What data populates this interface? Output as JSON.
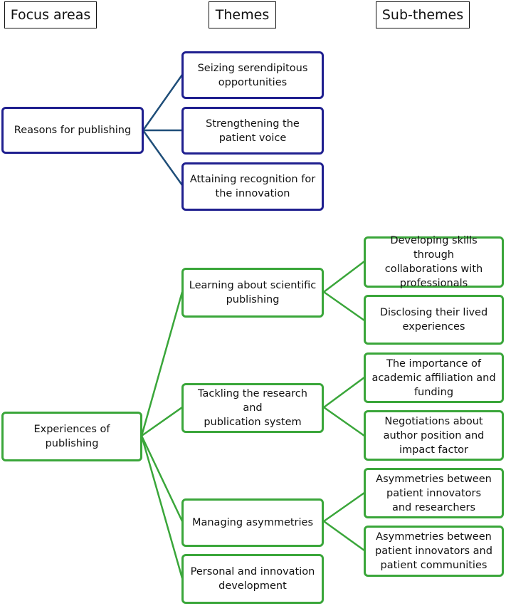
{
  "headers": {
    "focus": "Focus areas",
    "themes": "Themes",
    "subthemes": "Sub-themes"
  },
  "focus_areas": [
    "Reasons for publishing",
    "Experiences of publishing"
  ],
  "themes": [
    "Seizing serendipitous\nopportunities",
    "Strengthening the\npatient voice",
    "Attaining recognition for\nthe innovation",
    "Learning about scientific\npublishing",
    "Tackling the research and\npublication system",
    "Managing asymmetries",
    "Personal and innovation\ndevelopment"
  ],
  "subthemes": [
    "Developing skills through\ncollaborations with\nprofessionals",
    "Disclosing their lived\nexperiences",
    "The importance of\nacademic affiliation and\nfunding",
    "Negotiations about\nauthor position and\nimpact factor",
    "Asymmetries between\npatient innovators\nand researchers",
    "Asymmetries between\npatient innovators and\npatient communities"
  ],
  "colors": {
    "blue_border": "#1f1f8f",
    "blue_line": "#1f4e79",
    "green": "#3aa63a"
  }
}
